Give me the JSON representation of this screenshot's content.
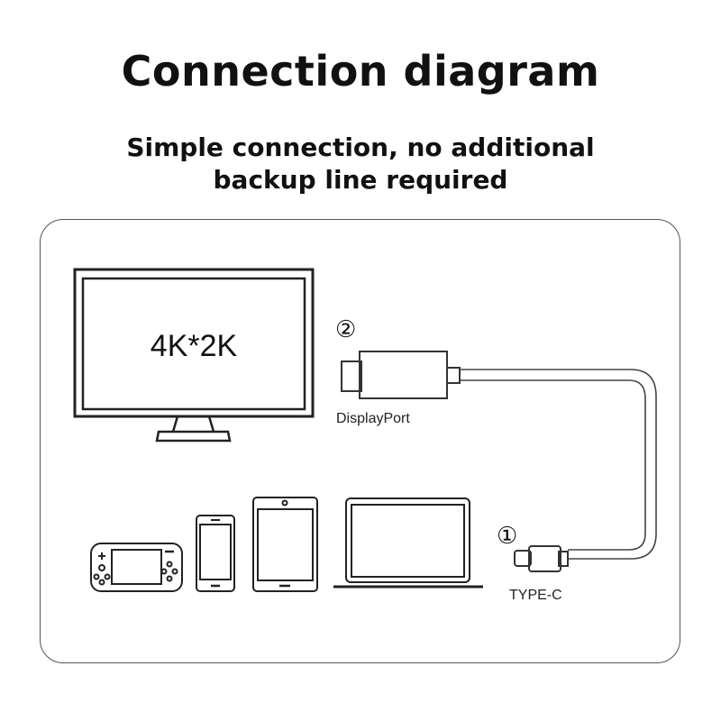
{
  "header": {
    "title": "Connection diagram",
    "subtitle": "Simple connection, no additional backup line required"
  },
  "monitor": {
    "resolution_label": "4K*2K"
  },
  "connectors": {
    "displayport": {
      "number": "②",
      "label": "DisplayPort"
    },
    "typec": {
      "number": "①",
      "label": "TYPE-C"
    }
  },
  "devices": [
    {
      "name": "handheld-game-console"
    },
    {
      "name": "smartphone"
    },
    {
      "name": "tablet"
    },
    {
      "name": "laptop"
    }
  ]
}
